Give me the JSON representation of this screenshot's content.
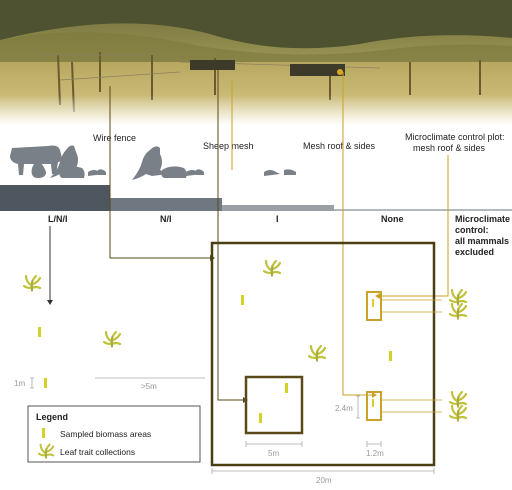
{
  "colors": {
    "brown": "#5a4a1a",
    "gold": "#c9a227",
    "yellow_bar": "#d7cf2a",
    "grey_bar": "#4e5660",
    "mid_grey": "#7a8088",
    "light_grey": "#b3b8bd",
    "leaf": "#bfc23a"
  },
  "header_labels": {
    "wire_fence": "Wire fence",
    "sheep_mesh": "Sheep mesh",
    "mesh_roof": "Mesh roof & sides",
    "micro_line1": "Microclimate control plot:",
    "micro_line2": "mesh roof & sides"
  },
  "treatments": {
    "lni": "L/N/I",
    "ni": "N/I",
    "i": "I",
    "none": "None",
    "micro_line1": "Microclimate",
    "micro_line2": "control:",
    "micro_line3": "all mammals",
    "micro_line4": "excluded"
  },
  "scale": {
    "one_m": "1m",
    "five_m_gap": ">5m",
    "two_four_m": "2.4m",
    "five_m": "5m",
    "one_two_m": "1.2m",
    "twenty_m": "20m"
  },
  "legend": {
    "title": "Legend",
    "biomass": "Sampled biomass areas",
    "leaf": "Leaf trait collections"
  },
  "icons": [
    "kangaroo-icon",
    "cow-icon",
    "wombat-icon",
    "rabbit-icon",
    "rodent-icon",
    "leaf-icon"
  ]
}
